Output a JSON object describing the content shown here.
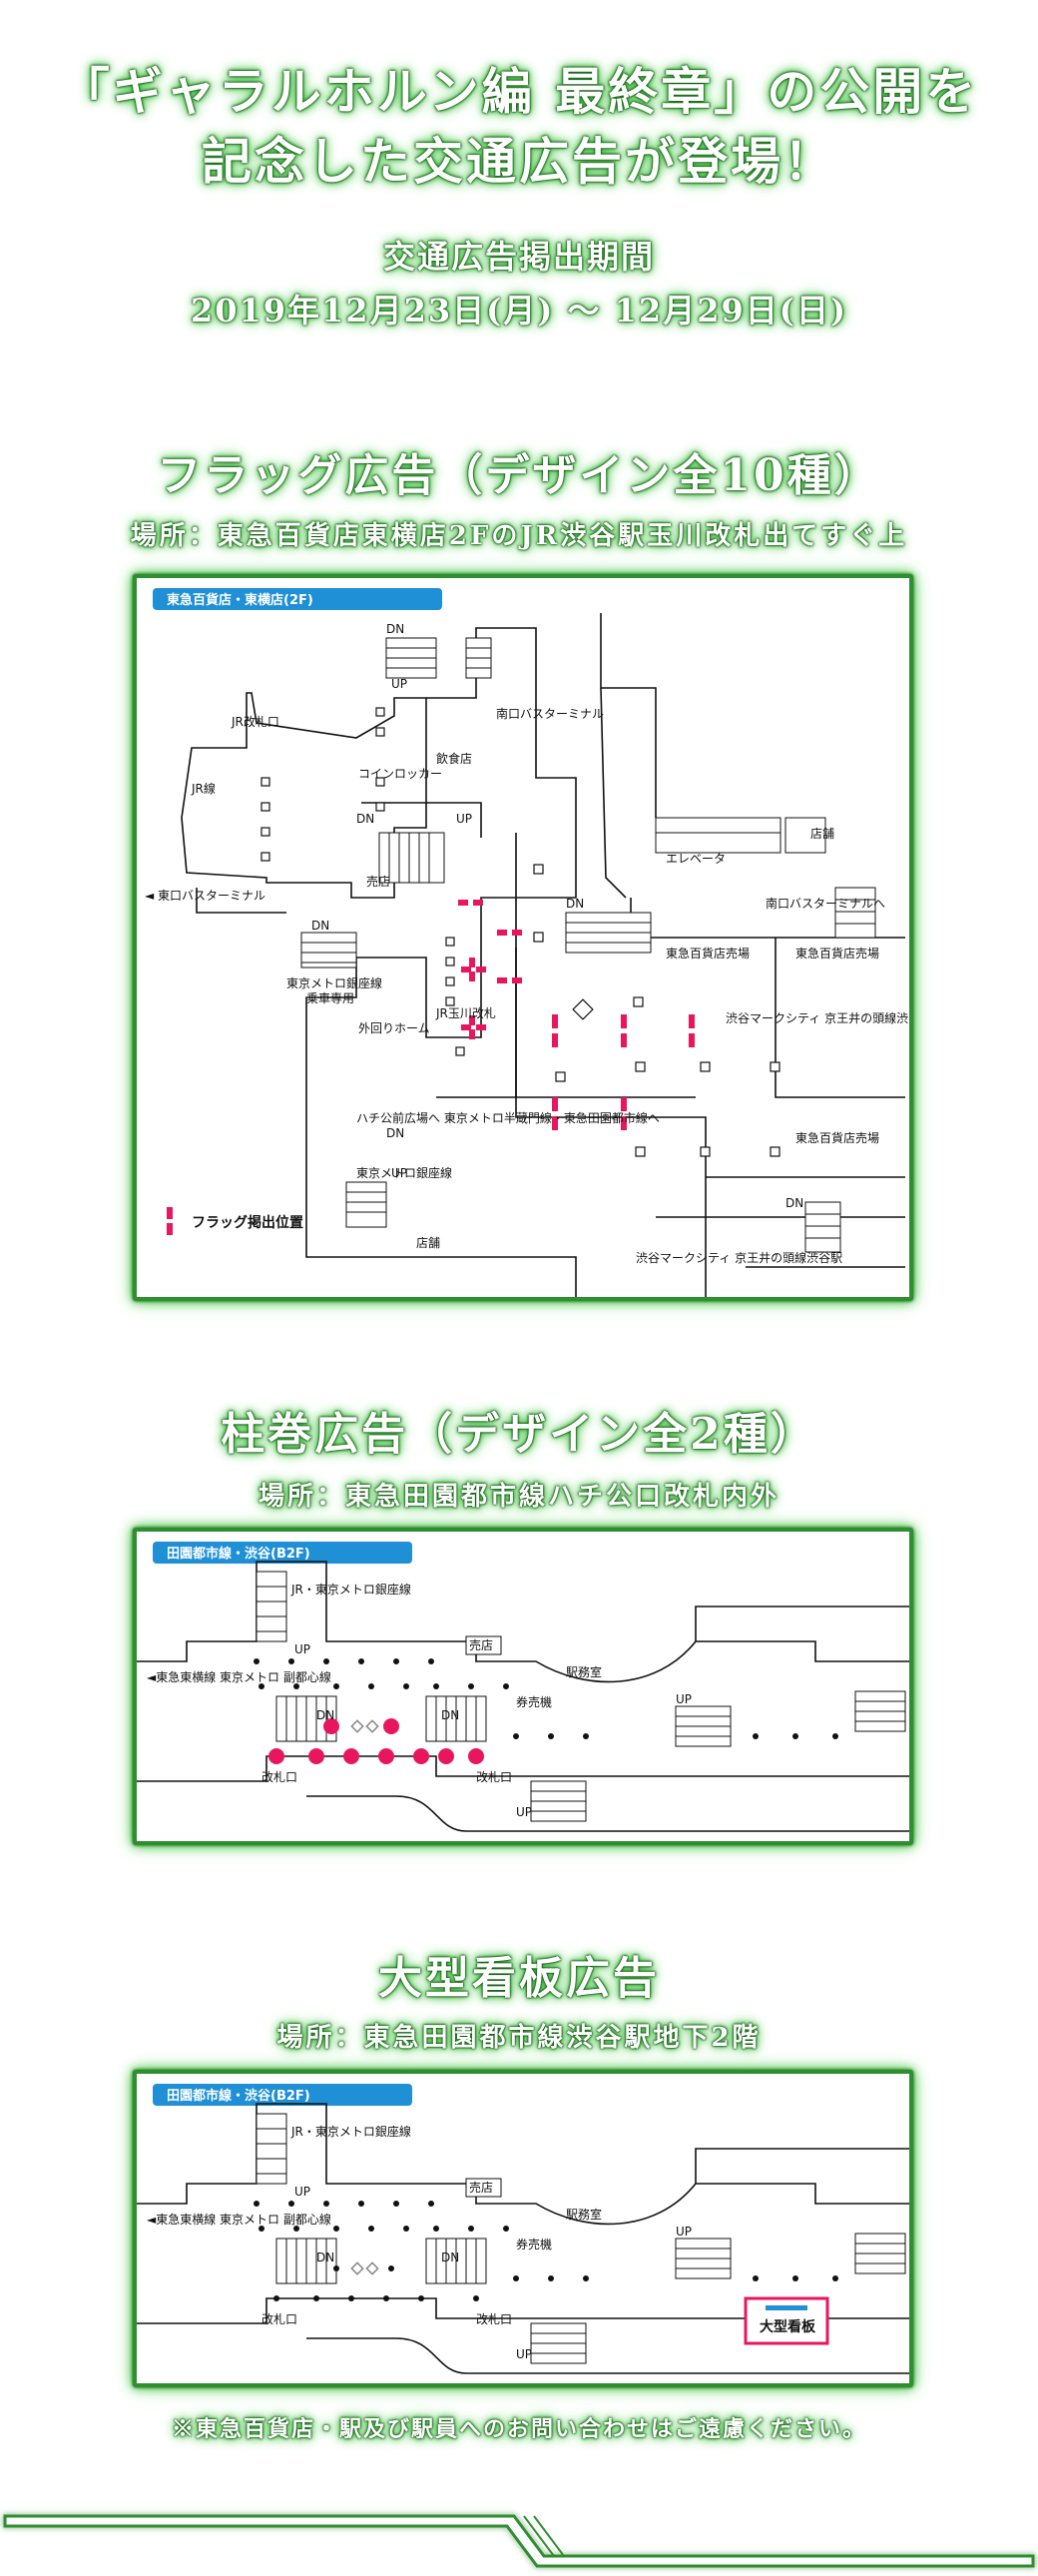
{
  "header": {
    "title_line1": "「ギャラルホルン編 最終章」の公開を",
    "title_line2": "記念した交通広告が登場！",
    "period_label": "交通広告掲出期間",
    "period_dates": "2019年12月23日(月) 〜 12月29日(日)"
  },
  "flag_section": {
    "title": "フラッグ広告（デザイン全10種）",
    "location": "場所：東急百貨店東横店2FのJR渋谷駅玉川改札出てすぐ上",
    "map": {
      "header": "東急百貨店・東横店(2F)",
      "legend": "フラッグ掲出位置",
      "labels": {
        "jr_gate": "JR改札口",
        "jr_line": "JR線",
        "coin_locker": "コインロッカー",
        "restaurant": "飲食店",
        "south_bus": "南口バスターミナル",
        "east_bus": "◄ 東口バスターミナル",
        "kiosk": "売店",
        "metro_ginza": "東京メトロ銀座線",
        "transfer_only": "乗車専用",
        "jr_platform": "外回りホーム",
        "jr_tamagawa": "JR玉川改札",
        "elevator": "エレベータ",
        "shop": "店舗",
        "dept_sales": "東急百貨店売場",
        "south_bus_terminal": "南口バスターミナルへ",
        "mark_city": "渋谷マークシティ 京王井の頭線渋谷駅",
        "hachiko": "ハチ公前広場へ 東京メトロ半蔵門線・東急田園都市線へ",
        "metro_ginza_line": "東京メトロ銀座線",
        "dn": "DN",
        "up": "UP",
        "mark_city_bottom": "渋谷マークシティ 京王井の頭線渋谷駅"
      }
    }
  },
  "pillar_section": {
    "title": "柱巻広告（デザイン全2種）",
    "location": "場所：東急田園都市線ハチ公口改札内外",
    "map": {
      "header": "田園都市線・渋谷(B2F)",
      "labels": {
        "jr_metro": "JR・東京メトロ銀座線",
        "toyoko": "◄東急東横線 東京メトロ 副都心線",
        "kiosk": "売店",
        "station_office": "駅務室",
        "ticket_machine": "券売機",
        "gate_left": "改札口",
        "gate_right": "改札口",
        "dn": "DN",
        "up": "UP"
      }
    }
  },
  "billboard_section": {
    "title": "大型看板広告",
    "location": "場所：東急田園都市線渋谷駅地下2階",
    "map": {
      "header": "田園都市線・渋谷(B2F)",
      "billboard_label": "大型看板",
      "labels": {
        "jr_metro": "JR・東京メトロ銀座線",
        "toyoko": "◄東急東横線 東京メトロ 副都心線",
        "kiosk": "売店",
        "station_office": "駅務室",
        "ticket_machine": "券売機",
        "gate_left": "改札口",
        "gate_right": "改札口",
        "dn": "DN",
        "up": "UP"
      }
    }
  },
  "footer": {
    "note": "※東急百貨店・駅及び駅員へのお問い合わせはご遠慮ください。"
  },
  "colors": {
    "glow_green": "#3fbf3f",
    "frame_green": "#2f8f2f",
    "header_blue": "#1f8fd6",
    "flag_pink": "#e8175d",
    "billboard_blue": "#1f8fd6"
  }
}
